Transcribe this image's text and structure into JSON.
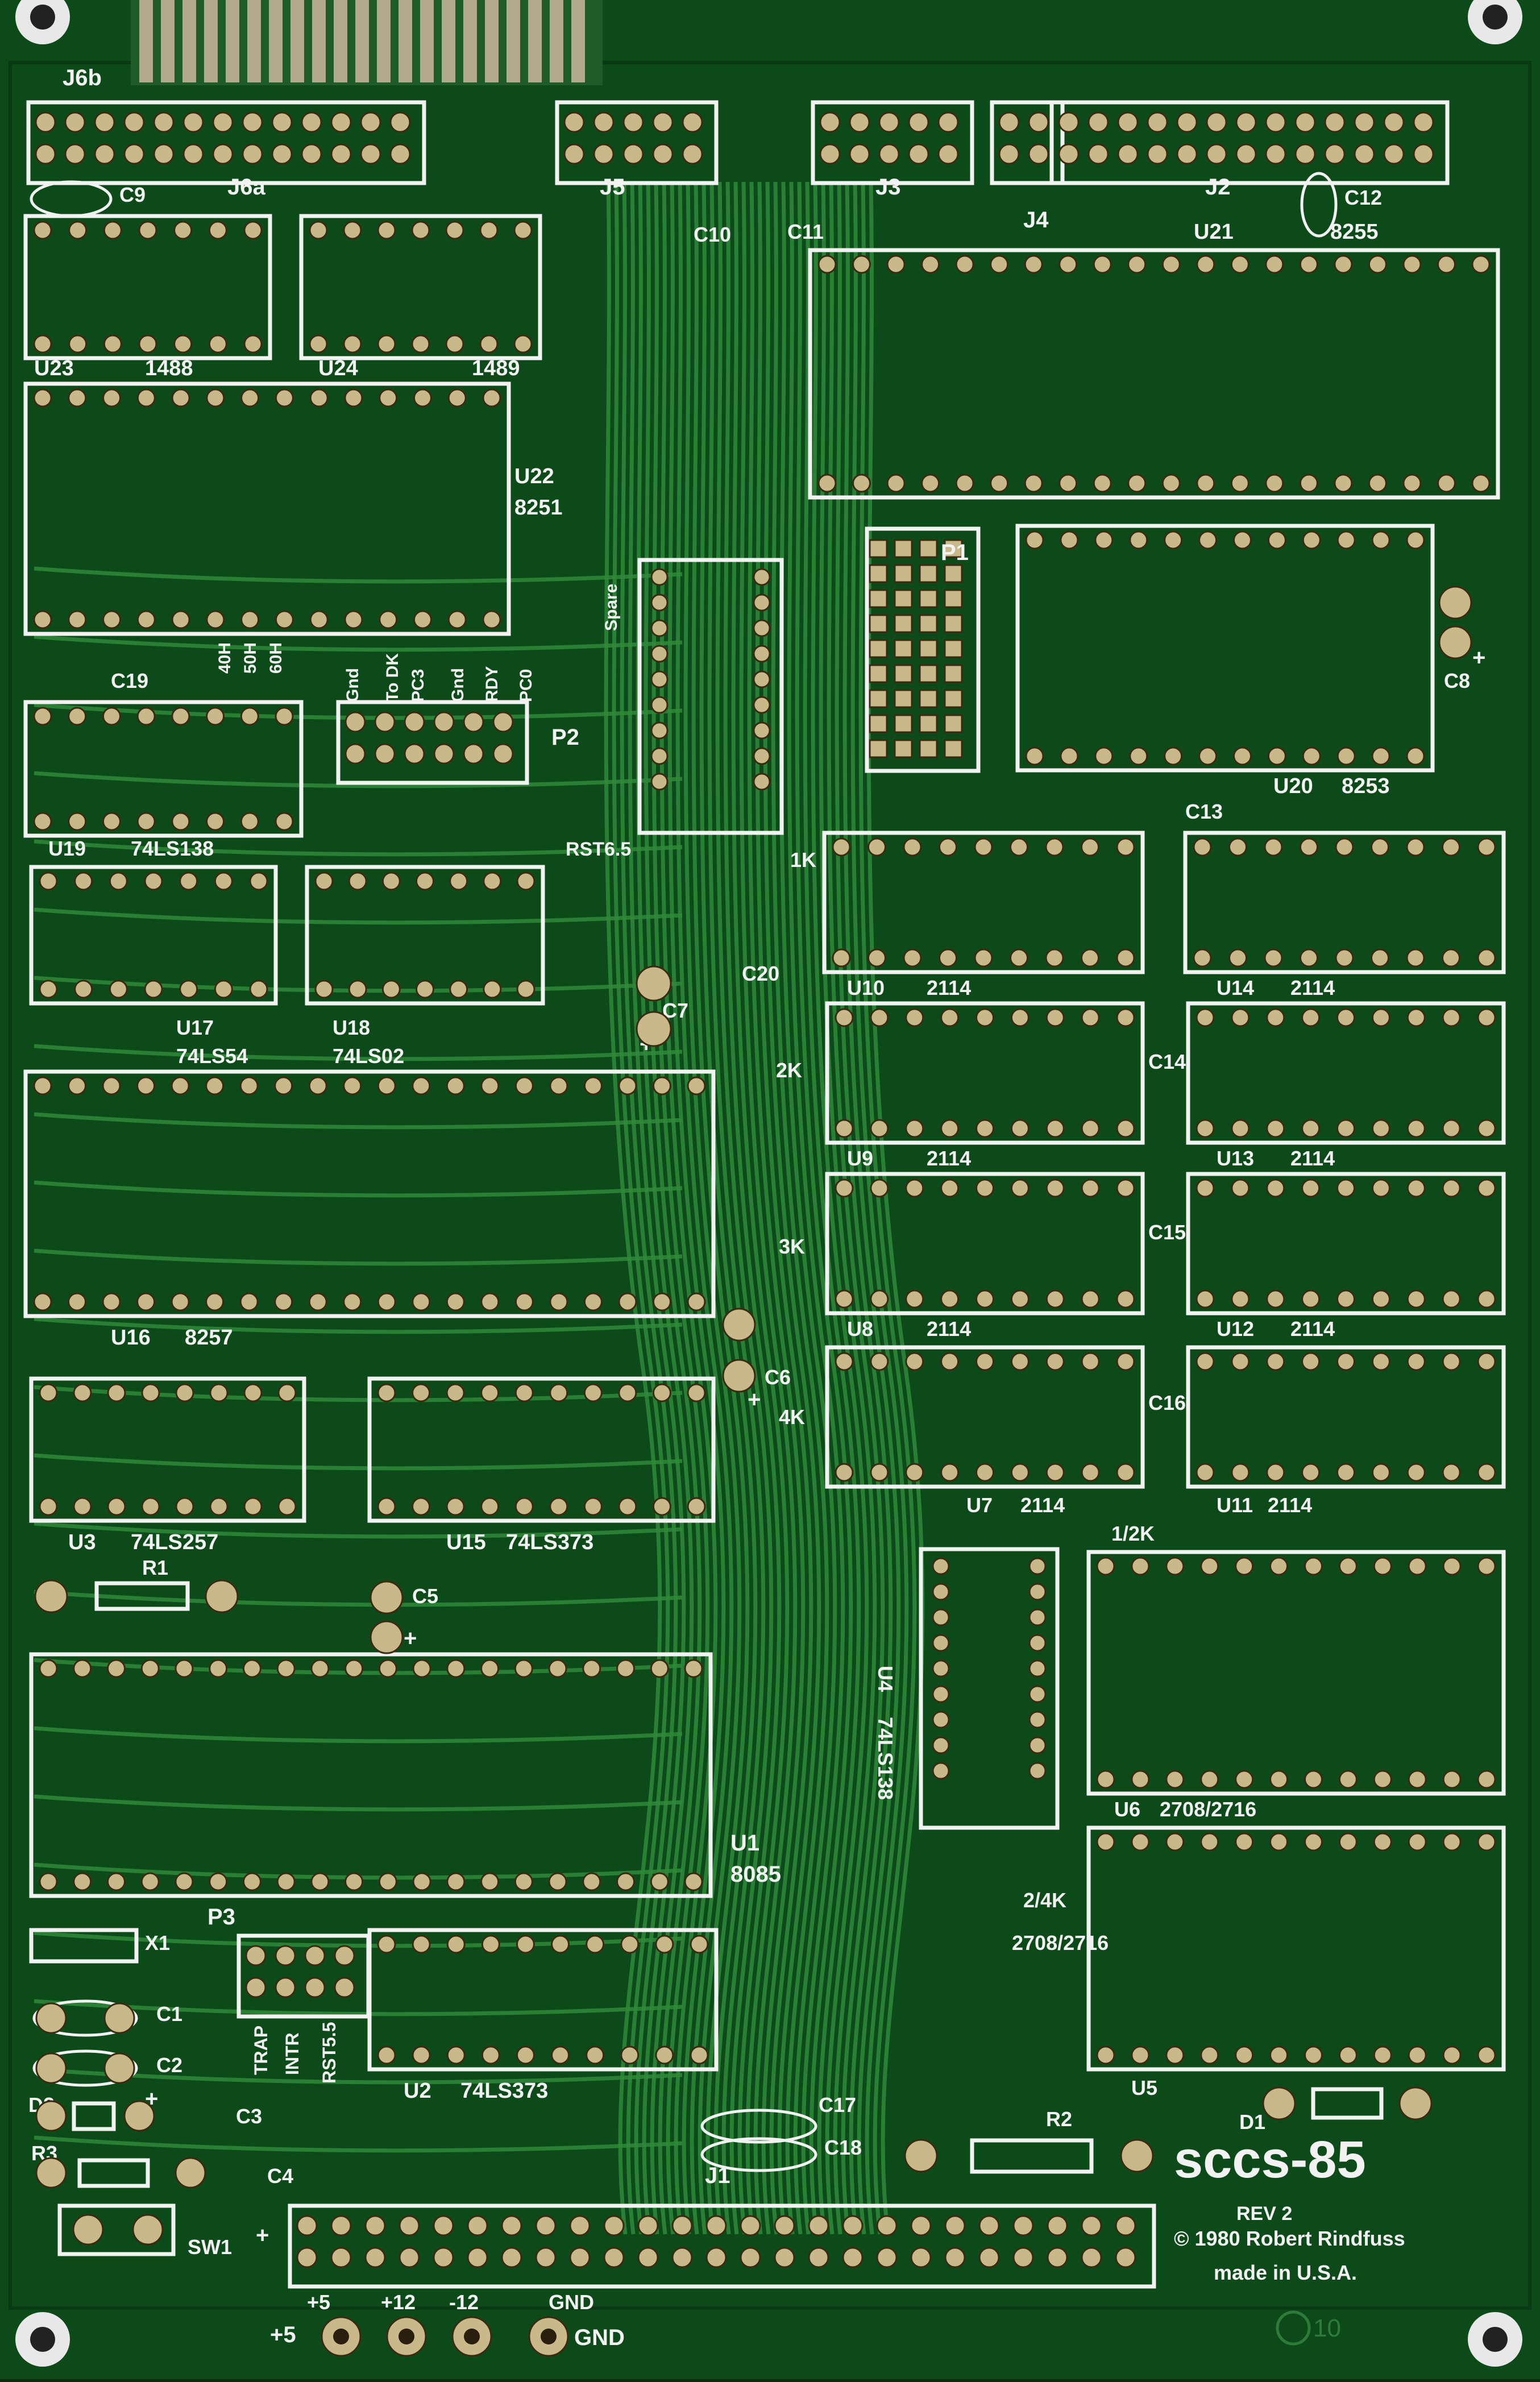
{
  "board": {
    "colors": {
      "substrate": "#0d4a1a",
      "silkscreen": "#f2f2f2",
      "trace": "#2f8a3a",
      "pad": "#c9b98a"
    },
    "brand": "sccs-85",
    "rev": "REV 2",
    "copyright": "© 1980 Robert Rindfuss",
    "made_in": "made in U.S.A.",
    "ul_mark": "10"
  },
  "connectors": {
    "j6b": "J6b",
    "j6a": "J6a",
    "j5": "J5",
    "j3": "J3",
    "j4": "J4",
    "j2": "J2",
    "j1": "J1",
    "p1": "P1",
    "p2": "P2",
    "p3": "P3",
    "power": [
      "+5",
      "+12",
      "-12",
      "GND"
    ],
    "power_label_left": "+5",
    "power_label_right": "GND"
  },
  "chips": [
    {
      "ref": "U23",
      "part": "1488"
    },
    {
      "ref": "U24",
      "part": "1489"
    },
    {
      "ref": "U22",
      "part": "8251"
    },
    {
      "ref": "U21",
      "part": "8255"
    },
    {
      "ref": "U20",
      "part": "8253"
    },
    {
      "ref": "U19",
      "part": "74LS138"
    },
    {
      "ref": "U17",
      "part": "74LS54"
    },
    {
      "ref": "U18",
      "part": "74LS02"
    },
    {
      "ref": "U16",
      "part": "8257"
    },
    {
      "ref": "U3",
      "part": "74LS257"
    },
    {
      "ref": "U15",
      "part": "74LS373"
    },
    {
      "ref": "U1",
      "part": "8085"
    },
    {
      "ref": "U2",
      "part": "74LS373"
    },
    {
      "ref": "U10",
      "part": "2114"
    },
    {
      "ref": "U14",
      "part": "2114"
    },
    {
      "ref": "U9",
      "part": "2114"
    },
    {
      "ref": "U13",
      "part": "2114"
    },
    {
      "ref": "U8",
      "part": "2114"
    },
    {
      "ref": "U12",
      "part": "2114"
    },
    {
      "ref": "U7",
      "part": "2114"
    },
    {
      "ref": "U11",
      "part": "2114"
    },
    {
      "ref": "U6",
      "part": "2708/2716"
    },
    {
      "ref": "U5",
      "part": "2708/2716"
    },
    {
      "ref": "U4",
      "part": "74LS138"
    }
  ],
  "components": {
    "capacitors": [
      "C1",
      "C2",
      "C3",
      "C4",
      "C5",
      "C6",
      "C7",
      "C8",
      "C9",
      "C10",
      "C11",
      "C12",
      "C13",
      "C14",
      "C15",
      "C16",
      "C17",
      "C18",
      "C19",
      "C20"
    ],
    "resistors": [
      "R1",
      "R2",
      "R3"
    ],
    "diodes": [
      "D1",
      "D2"
    ],
    "crystal": "X1",
    "switch": "SW1"
  },
  "labels": {
    "mem_1k": "1K",
    "mem_2k": "2K",
    "mem_3k": "3K",
    "mem_4k": "4K",
    "rom_half": "1/2K",
    "rom_24": "2/4K",
    "spare": "Spare",
    "rst65": "RST6.5",
    "p2_pins": [
      "Gnd",
      "To DK",
      "PC3",
      "Gnd",
      "RDY",
      "PC0"
    ],
    "freq": [
      "40H",
      "50H",
      "60H"
    ],
    "p3_pins": [
      "TRAP",
      "INTR",
      "RST5.5"
    ],
    "plus": "+"
  }
}
